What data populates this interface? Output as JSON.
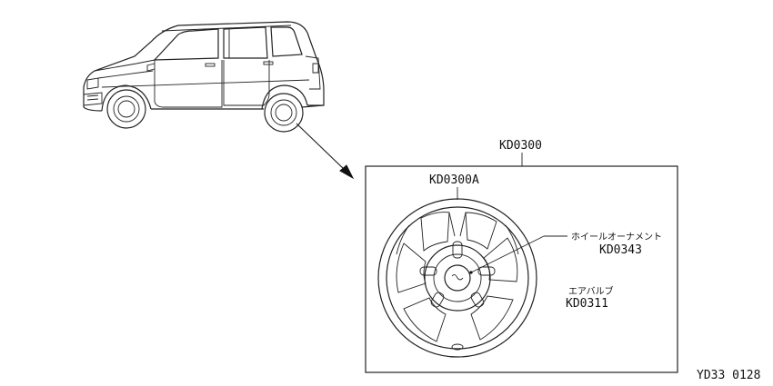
{
  "labels": {
    "assembly": "KD0300",
    "wheel": "KD0300A",
    "ornament_jp": "ホイールオーナメント",
    "ornament_code": "KD0343",
    "valve_jp": "エアバルブ",
    "valve_code": "KD0311",
    "figure_id": "YD33 0128"
  }
}
